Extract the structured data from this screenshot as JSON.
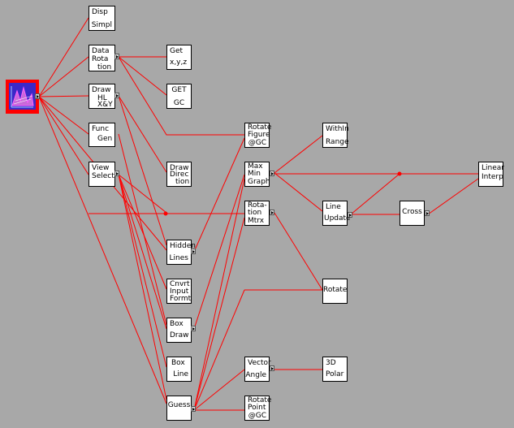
{
  "colors": {
    "background": "#a8a8a8",
    "wire": "#ff0000",
    "node_fill": "#ffffff",
    "root_frame": "#ff0000",
    "root_icon": "#3b28c8"
  },
  "root": {
    "icon": "surface-plot-icon"
  },
  "nodes": {
    "disp_simpl": {
      "lines": [
        "Disp",
        "Simpl"
      ]
    },
    "data_rotation": {
      "lines": [
        "Data",
        "Rota",
        "tion"
      ]
    },
    "draw_hl_xy": {
      "lines": [
        "Draw",
        "HL",
        "X&Y"
      ]
    },
    "func_gen": {
      "lines": [
        "Func",
        "Gen"
      ]
    },
    "view_select": {
      "lines": [
        "View",
        "Select"
      ]
    },
    "get_xyz": {
      "lines": [
        "Get",
        "x,y,z"
      ]
    },
    "get_gc": {
      "lines": [
        "GET",
        "GC"
      ]
    },
    "draw_direction": {
      "lines": [
        "Draw",
        "Direc",
        "tion"
      ]
    },
    "hidden_lines": {
      "lines": [
        "Hidden",
        "Lines"
      ]
    },
    "cnvrt_input": {
      "lines": [
        "Cnvrt",
        "Input",
        "Formt"
      ]
    },
    "box_draw": {
      "lines": [
        "Box",
        "Draw"
      ]
    },
    "box_line": {
      "lines": [
        "Box",
        "Line"
      ]
    },
    "guess": {
      "lines": [
        "Guess"
      ]
    },
    "rotate_figure": {
      "lines": [
        "Rotate",
        "Figure",
        "@GC"
      ]
    },
    "max_min_graph": {
      "lines": [
        "Max",
        "Min",
        "Graph"
      ]
    },
    "rotation_mtrx": {
      "lines": [
        "Rota-",
        "tion",
        "Mtrx"
      ]
    },
    "vector_angle": {
      "lines": [
        "Vector",
        "Angle"
      ]
    },
    "rotate_point": {
      "lines": [
        "Rotate",
        "Point",
        "@GC"
      ]
    },
    "within_range": {
      "lines": [
        "WithIn",
        "Range"
      ]
    },
    "line_update": {
      "lines": [
        "Line",
        "Update"
      ]
    },
    "rotate": {
      "lines": [
        "Rotate"
      ]
    },
    "polar_3d": {
      "lines": [
        "3D",
        "Polar"
      ]
    },
    "cross": {
      "lines": [
        "Cross"
      ]
    },
    "linear_interp": {
      "lines": [
        "Linear",
        "Interp"
      ]
    }
  }
}
